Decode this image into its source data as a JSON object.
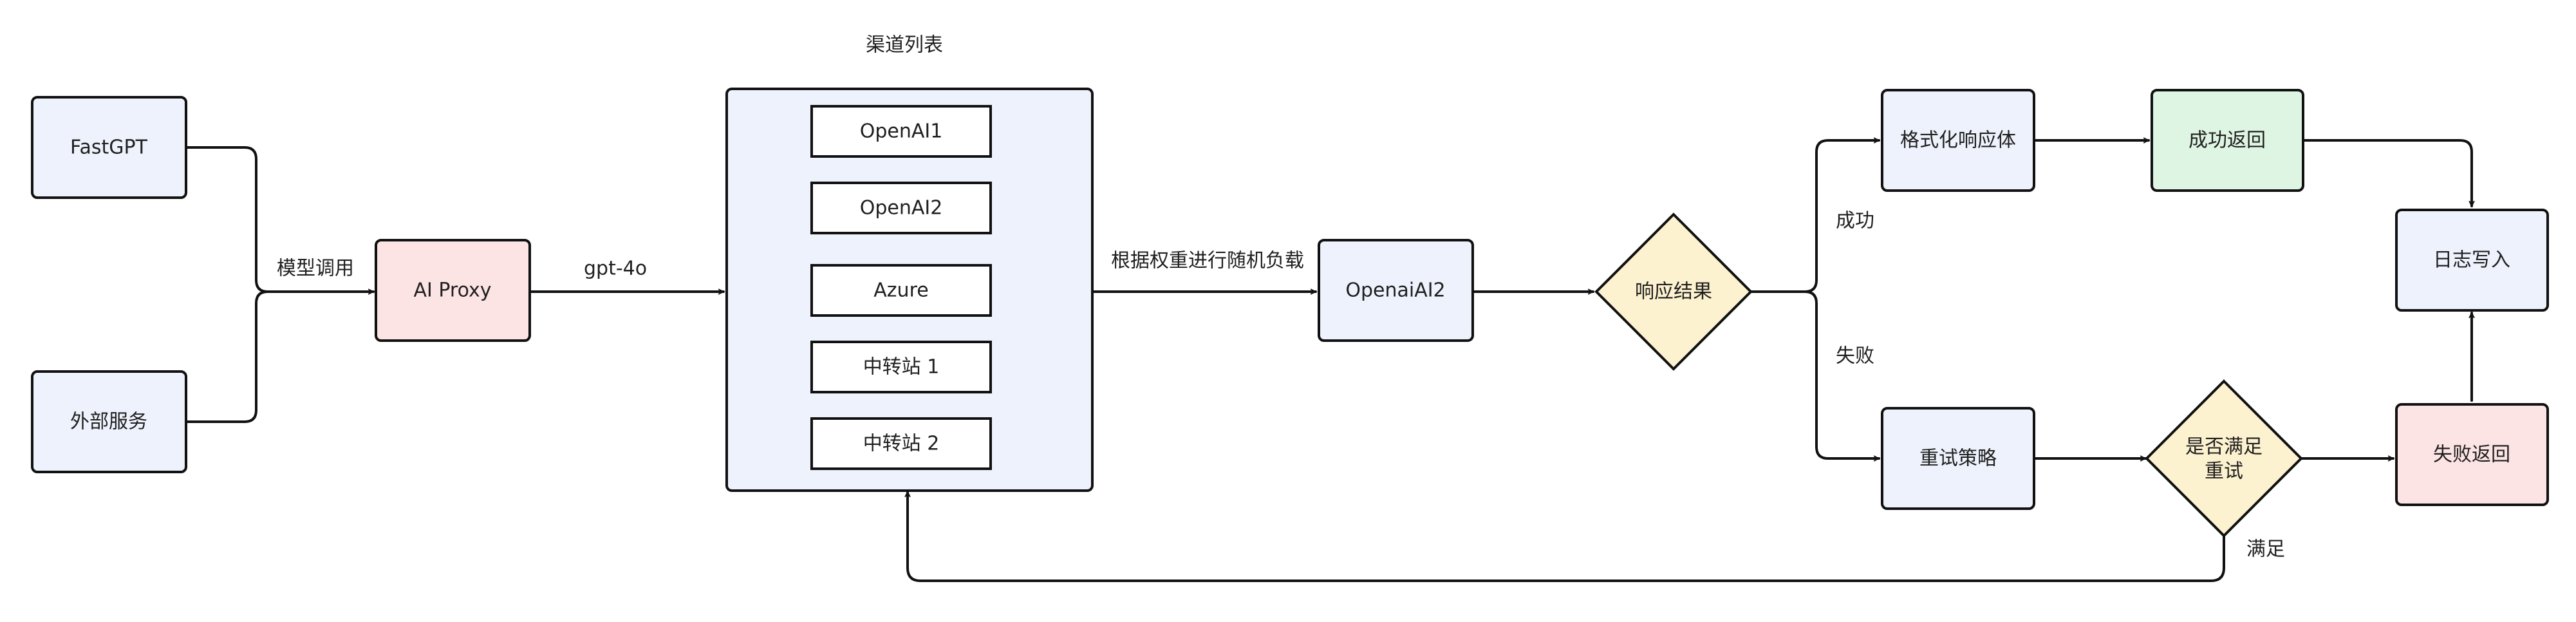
{
  "colors": {
    "stroke": "#111111",
    "blue_fill": "#eef2fc",
    "pink_fill": "#fde4e4",
    "green_fill": "#dff5e3",
    "yellow_fill": "#fdf2cf",
    "white_fill": "#ffffff"
  },
  "nodes": {
    "fastgpt": "FastGPT",
    "external": "外部服务",
    "aiproxy": "AI Proxy",
    "channel_list_title": "渠道列表",
    "channels": [
      "OpenAI1",
      "OpenAI2",
      "Azure",
      "中转站 1",
      "中转站 2"
    ],
    "openai2": "OpenaiAI2",
    "response_result": "响应结果",
    "format": "格式化响应体",
    "success_return": "成功返回",
    "log_write": "日志写入",
    "retry_policy": "重试策略",
    "retry_check_line1": "是否满足",
    "retry_check_line2": "重试",
    "fail_return": "失败返回"
  },
  "edges": {
    "model_call": "模型调用",
    "model_name": "gpt-4o",
    "weighted_random": "根据权重进行随机负载",
    "success": "成功",
    "failure": "失败",
    "satisfied": "满足"
  }
}
